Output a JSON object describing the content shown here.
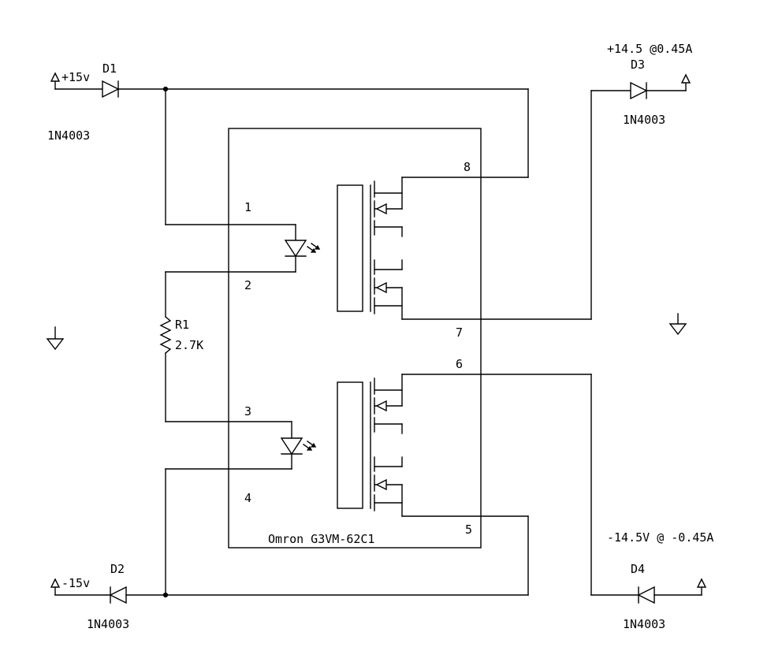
{
  "supplies": {
    "pos_in": "+15v",
    "neg_in": "-15v",
    "pos_out": "+14.5 @0.45A",
    "neg_out": "-14.5V @ -0.45A"
  },
  "diodes": {
    "d1": {
      "ref": "D1",
      "part": "1N4003"
    },
    "d2": {
      "ref": "D2",
      "part": "1N4003"
    },
    "d3": {
      "ref": "D3",
      "part": "1N4003"
    },
    "d4": {
      "ref": "D4",
      "part": "1N4003"
    }
  },
  "resistor": {
    "ref": "R1",
    "value": "2.7K"
  },
  "relay": {
    "part": "Omron G3VM-62C1",
    "pins": [
      "1",
      "2",
      "3",
      "4",
      "5",
      "6",
      "7",
      "8"
    ]
  },
  "colors": {
    "ink": "#000000",
    "background": "#ffffff"
  }
}
